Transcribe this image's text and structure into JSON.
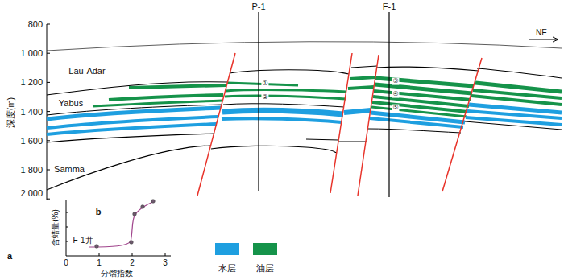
{
  "diagram": {
    "labels": [
      "P-1",
      "F-1",
      "NE",
      "800",
      "1 000",
      "1 200",
      "1 400",
      "1 600",
      "1 800",
      "2 000",
      "深度(m)",
      "Lau-Adar",
      "Yabus",
      "Samma",
      "①",
      "②",
      "③",
      "④",
      "⑤",
      "b",
      "含蜡量(%)",
      "F-1井",
      "0",
      "1",
      "2",
      "3",
      "分馏指数",
      "a"
    ],
    "legend": [
      {
        "text": "水层",
        "color": "#1e9fe0"
      },
      {
        "text": "油层",
        "color": "#15934a"
      }
    ]
  }
}
